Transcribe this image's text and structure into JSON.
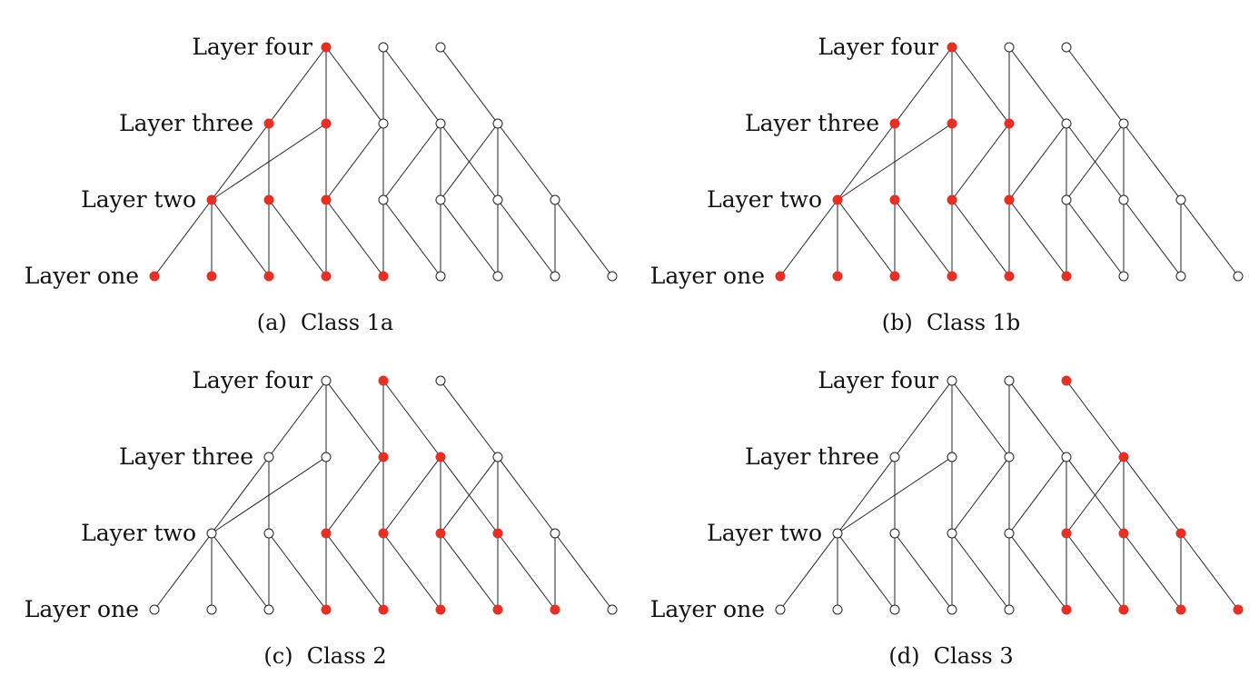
{
  "layer_labels": [
    "Layer one",
    "Layer two",
    "Layer three",
    "Layer four"
  ],
  "colors": {
    "highlight": "#e63025",
    "empty": "#ffffff",
    "edge": "#222222"
  },
  "layers": [
    {
      "name": "Layer one",
      "nodes": [
        "o1",
        "o2",
        "o3",
        "o4",
        "o5",
        "o6",
        "o7",
        "o8",
        "o9"
      ]
    },
    {
      "name": "Layer two",
      "nodes": [
        "t1",
        "t2",
        "t3",
        "t4",
        "t5",
        "t6",
        "t7"
      ]
    },
    {
      "name": "Layer three",
      "nodes": [
        "h1",
        "h2",
        "h3",
        "h4",
        "h5"
      ]
    },
    {
      "name": "Layer four",
      "nodes": [
        "f1",
        "f2",
        "f3"
      ]
    }
  ],
  "edges": [
    [
      "f1",
      "h1"
    ],
    [
      "f1",
      "h2"
    ],
    [
      "f1",
      "h3"
    ],
    [
      "f2",
      "h3"
    ],
    [
      "f2",
      "h4"
    ],
    [
      "f3",
      "h5"
    ],
    [
      "h1",
      "t1"
    ],
    [
      "h1",
      "t2"
    ],
    [
      "h2",
      "t1"
    ],
    [
      "h2",
      "t3"
    ],
    [
      "h3",
      "t3"
    ],
    [
      "h3",
      "t4"
    ],
    [
      "h4",
      "t4"
    ],
    [
      "h4",
      "t5"
    ],
    [
      "h4",
      "t6"
    ],
    [
      "h5",
      "t5"
    ],
    [
      "h5",
      "t6"
    ],
    [
      "h5",
      "t7"
    ],
    [
      "t1",
      "o1"
    ],
    [
      "t1",
      "o2"
    ],
    [
      "t1",
      "o3"
    ],
    [
      "t2",
      "o3"
    ],
    [
      "t2",
      "o4"
    ],
    [
      "t3",
      "o4"
    ],
    [
      "t3",
      "o5"
    ],
    [
      "t4",
      "o5"
    ],
    [
      "t4",
      "o6"
    ],
    [
      "t5",
      "o6"
    ],
    [
      "t5",
      "o7"
    ],
    [
      "t6",
      "o7"
    ],
    [
      "t6",
      "o8"
    ],
    [
      "t7",
      "o8"
    ],
    [
      "t7",
      "o9"
    ]
  ],
  "panels": [
    {
      "id": "a",
      "caption": "(a)  Class 1a",
      "highlighted": [
        "f1",
        "h1",
        "h2",
        "t1",
        "t2",
        "t3",
        "o1",
        "o2",
        "o3",
        "o4",
        "o5"
      ]
    },
    {
      "id": "b",
      "caption": "(b)  Class 1b",
      "highlighted": [
        "f1",
        "h1",
        "h2",
        "h3",
        "t1",
        "t2",
        "t3",
        "t4",
        "o1",
        "o2",
        "o3",
        "o4",
        "o5",
        "o6"
      ]
    },
    {
      "id": "c",
      "caption": "(c)  Class 2",
      "highlighted": [
        "f2",
        "h3",
        "h4",
        "t3",
        "t4",
        "t5",
        "t6",
        "o4",
        "o5",
        "o6",
        "o7",
        "o8"
      ]
    },
    {
      "id": "d",
      "caption": "(d)  Class 3",
      "highlighted": [
        "f3",
        "h5",
        "t5",
        "t6",
        "t7",
        "o6",
        "o7",
        "o8",
        "o9"
      ]
    }
  ]
}
